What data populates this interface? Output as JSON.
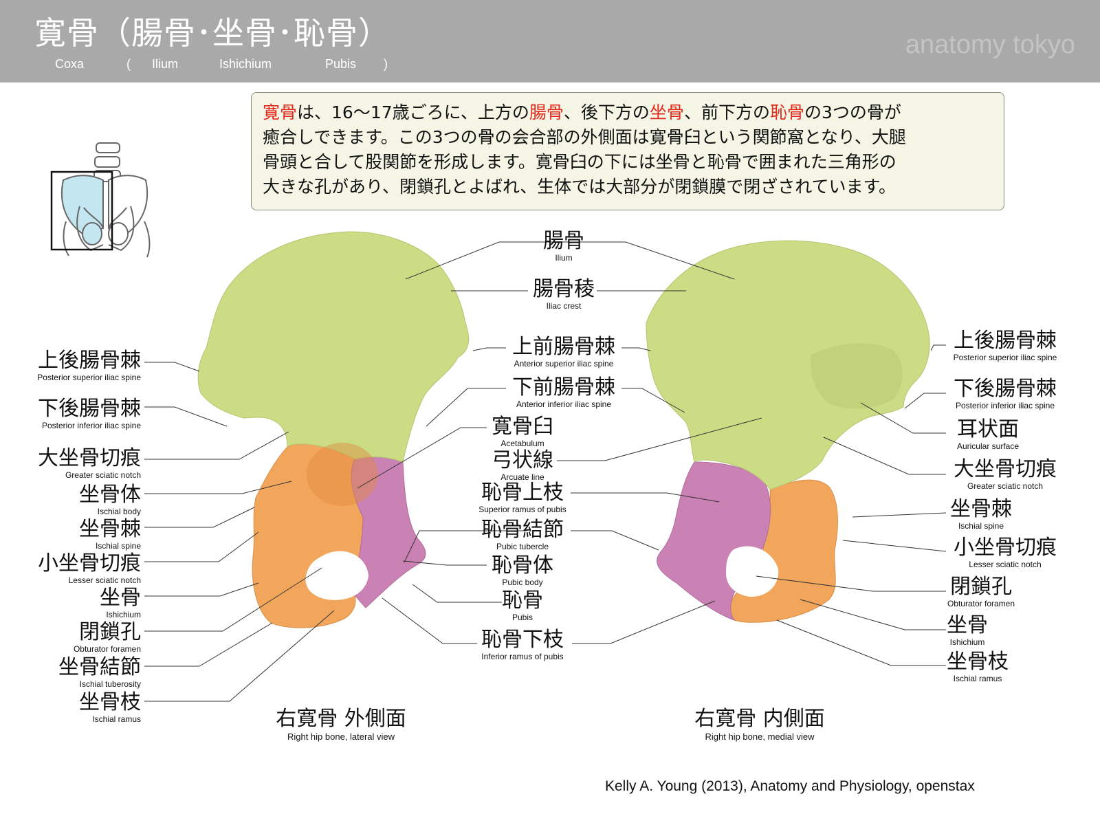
{
  "header": {
    "title": "寛骨（腸骨･坐骨･恥骨）",
    "sub": [
      "Coxa",
      "(",
      "Ilium",
      "Ishichium",
      "Pubis",
      ")"
    ],
    "brand": "anatomy tokyo"
  },
  "intro": {
    "lines": [
      [
        {
          "t": "寛骨",
          "red": true
        },
        {
          "t": "は、16〜17歳ごろに、上方の",
          "red": false
        },
        {
          "t": "腸骨",
          "red": true
        },
        {
          "t": "、後下方の",
          "red": false
        },
        {
          "t": "坐骨",
          "red": true
        },
        {
          "t": "、前下方の",
          "red": false
        },
        {
          "t": "恥骨",
          "red": true
        },
        {
          "t": "の3つの骨が",
          "red": false
        }
      ],
      [
        {
          "t": "癒合しできます。この3つの骨の会合部の外側面は寛骨臼という関節窩となり、大腿",
          "red": false
        }
      ],
      [
        {
          "t": "骨頭と合して股関節を形成します。寛骨臼の下には坐骨と恥骨で囲まれた三角形の",
          "red": false
        }
      ],
      [
        {
          "t": "大きな孔があり、閉鎖孔とよばれ、生体では大部分が閉鎖膜で閉ざされています。",
          "red": false
        }
      ]
    ]
  },
  "left_labels": [
    {
      "jp": "上後腸骨棘",
      "en": "Posterior superior iliac spine"
    },
    {
      "jp": "下後腸骨棘",
      "en": "Posterior inferior iliac spine"
    },
    {
      "jp": "大坐骨切痕",
      "en": "Greater sciatic notch"
    },
    {
      "jp": "坐骨体",
      "en": "Ischial body"
    },
    {
      "jp": "坐骨棘",
      "en": "Ischial spine"
    },
    {
      "jp": "小坐骨切痕",
      "en": "Lesser sciatic notch"
    },
    {
      "jp": "坐骨",
      "en": "Ishichium"
    },
    {
      "jp": "閉鎖孔",
      "en": "Obturator foramen"
    },
    {
      "jp": "坐骨結節",
      "en": "Ischial tuberosity"
    },
    {
      "jp": "坐骨枝",
      "en": "Ischial ramus"
    }
  ],
  "center_labels": [
    {
      "jp": "腸骨",
      "en": "Ilium"
    },
    {
      "jp": "腸骨稜",
      "en": "Iliac crest"
    },
    {
      "jp": "上前腸骨棘",
      "en": "Anterior superior iliac spine"
    },
    {
      "jp": "下前腸骨棘",
      "en": "Anterior inferior iliac spine"
    },
    {
      "jp": "寛骨臼",
      "en": "Acetabulum"
    },
    {
      "jp": "弓状線",
      "en": "Arcuate line"
    },
    {
      "jp": "恥骨上枝",
      "en": "Superior ramus of pubis"
    },
    {
      "jp": "恥骨結節",
      "en": "Pubic tubercle"
    },
    {
      "jp": "恥骨体",
      "en": "Pubic body"
    },
    {
      "jp": "恥骨",
      "en": "Pubis"
    },
    {
      "jp": "恥骨下枝",
      "en": "Inferior ramus of pubis"
    }
  ],
  "right_labels": [
    {
      "jp": "上後腸骨棘",
      "en": "Posterior superior iliac spine"
    },
    {
      "jp": "下後腸骨棘",
      "en": "Posterior inferior iliac spine"
    },
    {
      "jp": "耳状面",
      "en": "Auricular surface"
    },
    {
      "jp": "大坐骨切痕",
      "en": "Greater sciatic notch"
    },
    {
      "jp": "坐骨棘",
      "en": "Ischial spine"
    },
    {
      "jp": "小坐骨切痕",
      "en": "Lesser sciatic notch"
    },
    {
      "jp": "閉鎖孔",
      "en": "Obturator foramen"
    },
    {
      "jp": "坐骨",
      "en": "Ishichium"
    },
    {
      "jp": "坐骨枝",
      "en": "Ischial ramus"
    }
  ],
  "views": {
    "lateral": {
      "jp": "右寛骨 外側面",
      "en": "Right hip bone, lateral view"
    },
    "medial": {
      "jp": "右寛骨 内側面",
      "en": "Right hip bone, medial view"
    }
  },
  "credit": "Kelly A. Young (2013), Anatomy and Physiology, openstax",
  "colors": {
    "ilium": "#cbdc85",
    "ischium": "#f2a65c",
    "pubis": "#c982b3",
    "highlight": "#e02b1c",
    "header": "#a9a9a9",
    "intro_bg": "#f5f5e6"
  }
}
